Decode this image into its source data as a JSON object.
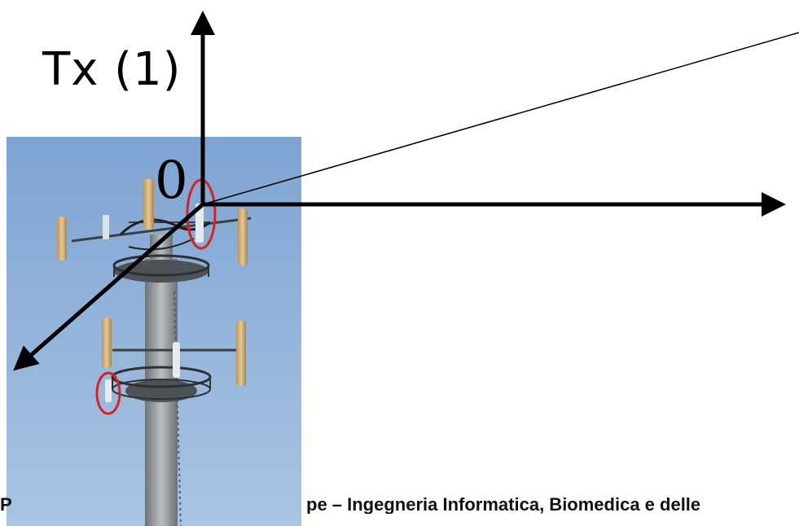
{
  "labels": {
    "transmitter": "Tx (1)",
    "origin": "0"
  },
  "footer": {
    "left_fragment": "P",
    "right_fragment": "pe – Ingegneria Informatica, Biomedica e delle"
  },
  "photo": {
    "subject": "cell-tower-with-antennas",
    "sky_color": "#8fb1d8",
    "highlight_color": "#d8221e"
  }
}
